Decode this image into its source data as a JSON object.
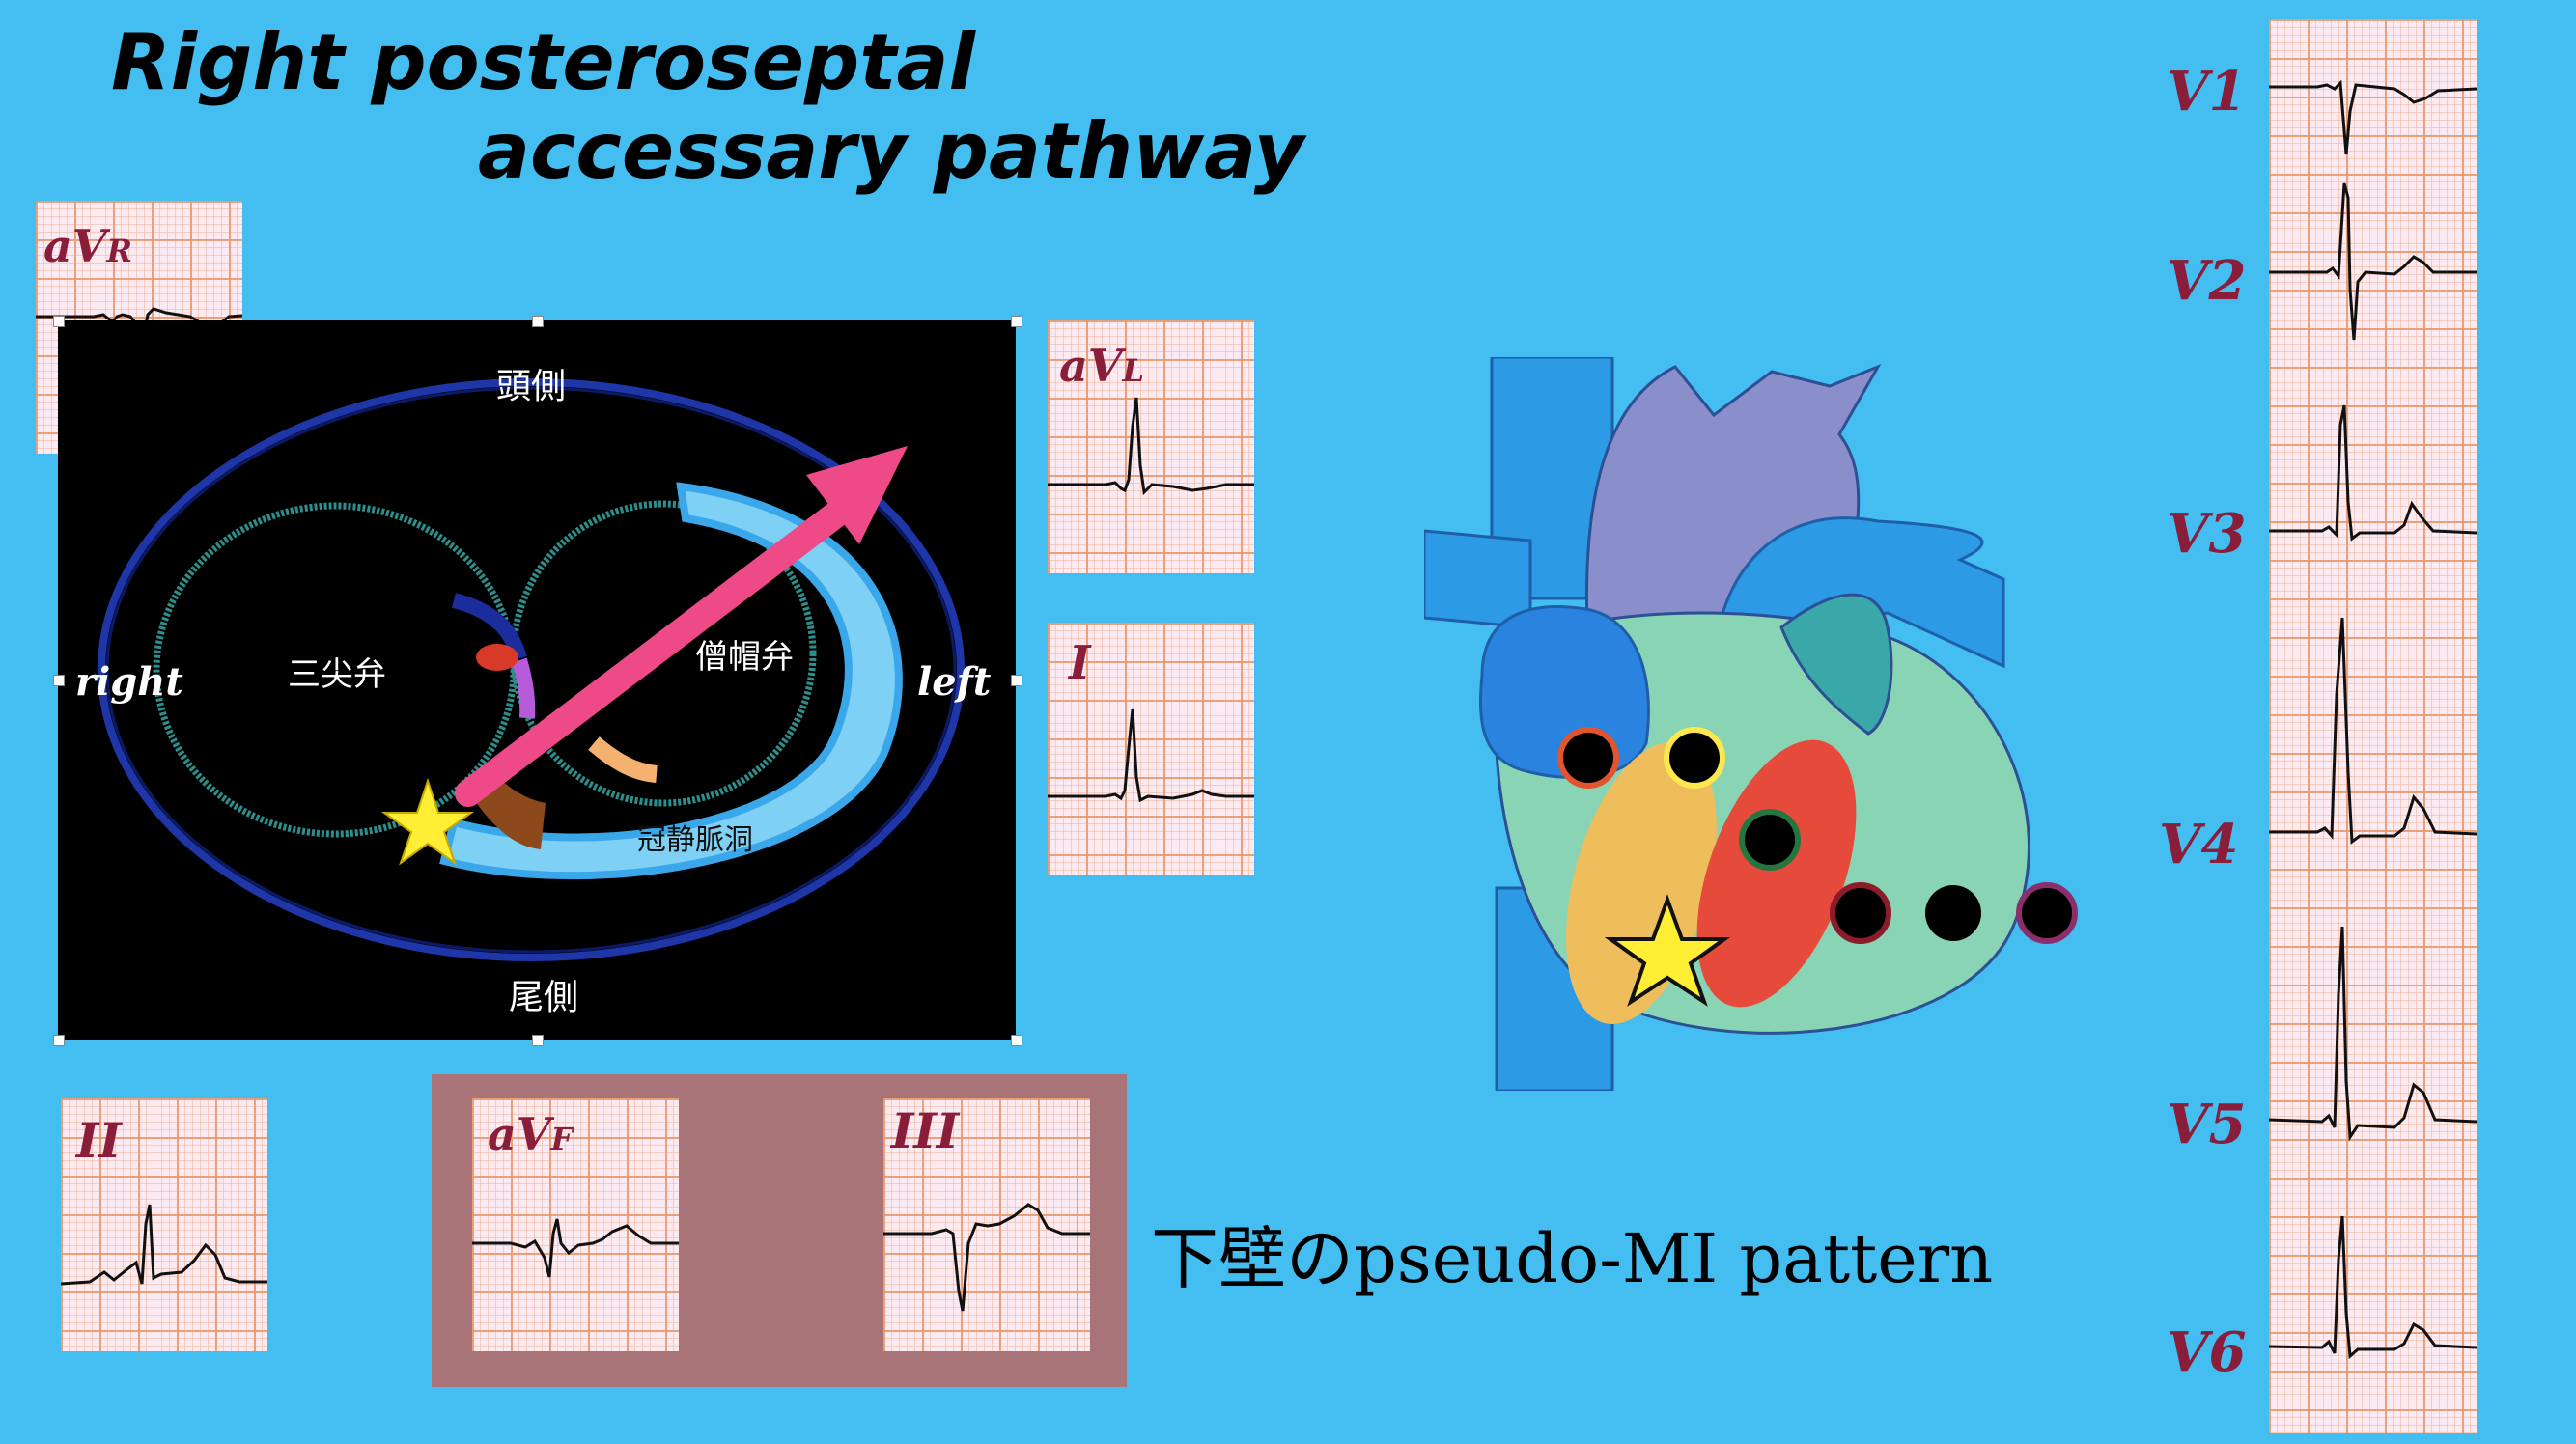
{
  "title": {
    "line1": "Right posteroseptal",
    "line2": "accessary pathway"
  },
  "limb_leads": {
    "avr": {
      "name": "aV",
      "sub": "R"
    },
    "avl": {
      "name": "aV",
      "sub": "L"
    },
    "i": {
      "name": "I"
    },
    "ii": {
      "name": "II"
    },
    "avf": {
      "name": "aV",
      "sub": "F"
    },
    "iii": {
      "name": "III"
    }
  },
  "av_diagram": {
    "top": "頭側",
    "bottom": "尾側",
    "right": "right",
    "left": "left",
    "tricuspid": "三尖弁",
    "mitral": "僧帽弁",
    "coronary_sinus": "冠静脈洞"
  },
  "caption": "下壁のpseudo-MI pattern",
  "precordial_leads": [
    "V1",
    "V2",
    "V3",
    "V4",
    "V5",
    "V6"
  ],
  "colors": {
    "background": "#44bdf0",
    "lead_label": "#8a1d3a",
    "arrow": "#ee4a88",
    "star": "#ffee33",
    "inferior_highlight": "#a87478"
  }
}
